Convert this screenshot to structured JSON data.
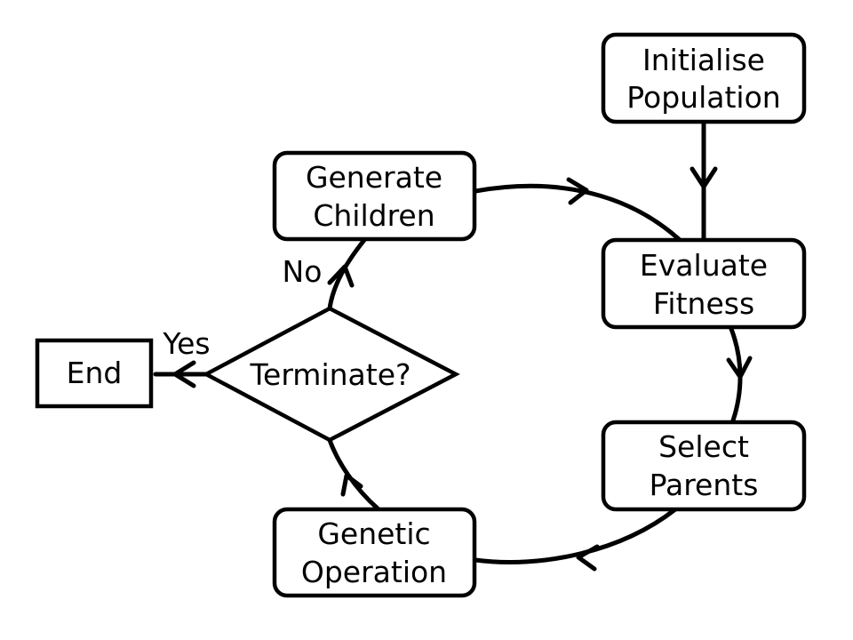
{
  "nodes": {
    "initialise": {
      "line1": "Initialise",
      "line2": "Population"
    },
    "evaluate": {
      "line1": "Evaluate",
      "line2": "Fitness"
    },
    "select": {
      "line1": "Select",
      "line2": "Parents"
    },
    "genetic": {
      "line1": "Genetic",
      "line2": "Operation"
    },
    "terminate": {
      "label": "Terminate?"
    },
    "generate": {
      "line1": "Generate",
      "line2": "Children"
    },
    "end": {
      "label": "End"
    }
  },
  "edges": {
    "yes_label": "Yes",
    "no_label": "No"
  },
  "colors": {
    "stroke": "#000000",
    "background": "#ffffff"
  }
}
